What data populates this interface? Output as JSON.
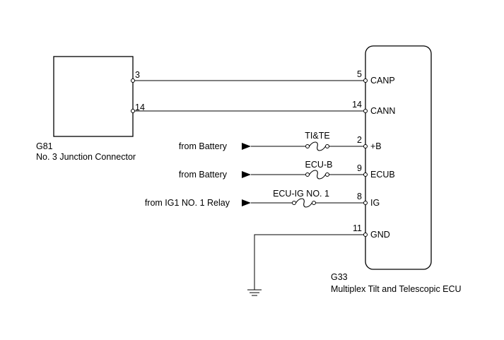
{
  "junction_connector": {
    "code": "G81",
    "name": "No. 3 Junction Connector",
    "pins": {
      "canp": "3",
      "cann": "14"
    }
  },
  "ecu": {
    "code": "G33",
    "name": "Multiplex Tilt and Telescopic ECU",
    "terminals": [
      {
        "pin": "5",
        "label": "CANP"
      },
      {
        "pin": "14",
        "label": "CANN"
      },
      {
        "pin": "2",
        "label": "+B"
      },
      {
        "pin": "9",
        "label": "ECUB"
      },
      {
        "pin": "8",
        "label": "IG"
      },
      {
        "pin": "11",
        "label": "GND"
      }
    ]
  },
  "power_inputs": [
    {
      "source": "from Battery",
      "fuse": "TI&TE"
    },
    {
      "source": "from Battery",
      "fuse": "ECU-B"
    },
    {
      "source": "from IG1 NO. 1 Relay",
      "fuse": "ECU-IG NO. 1"
    }
  ]
}
